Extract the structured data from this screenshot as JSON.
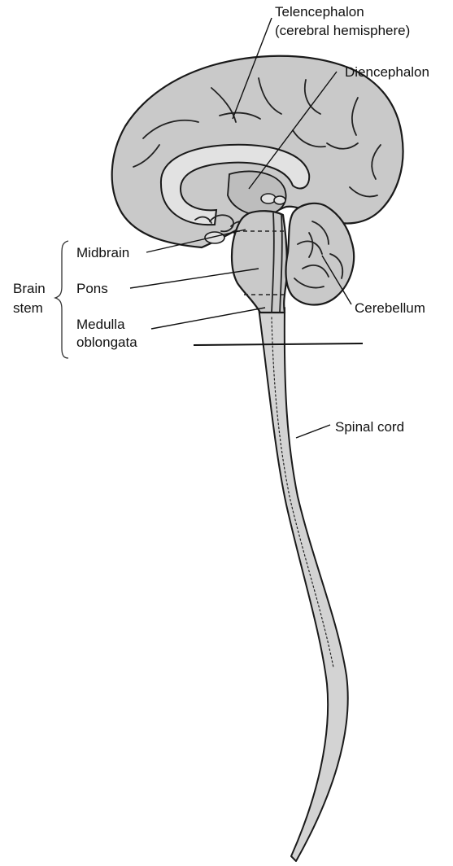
{
  "labels": {
    "telencephalon_line1": "Telencephalon",
    "telencephalon_line2": "(cerebral hemisphere)",
    "diencephalon": "Diencephalon",
    "midbrain": "Midbrain",
    "pons": "Pons",
    "brain_stem_line1": "Brain",
    "brain_stem_line2": "stem",
    "medulla_line1": "Medulla",
    "medulla_line2": "oblongata",
    "cerebellum": "Cerebellum",
    "spinal_cord": "Spinal cord"
  },
  "colors": {
    "tissue": "#c9c9c9",
    "outline": "#1a1a1a",
    "text": "#111111"
  }
}
